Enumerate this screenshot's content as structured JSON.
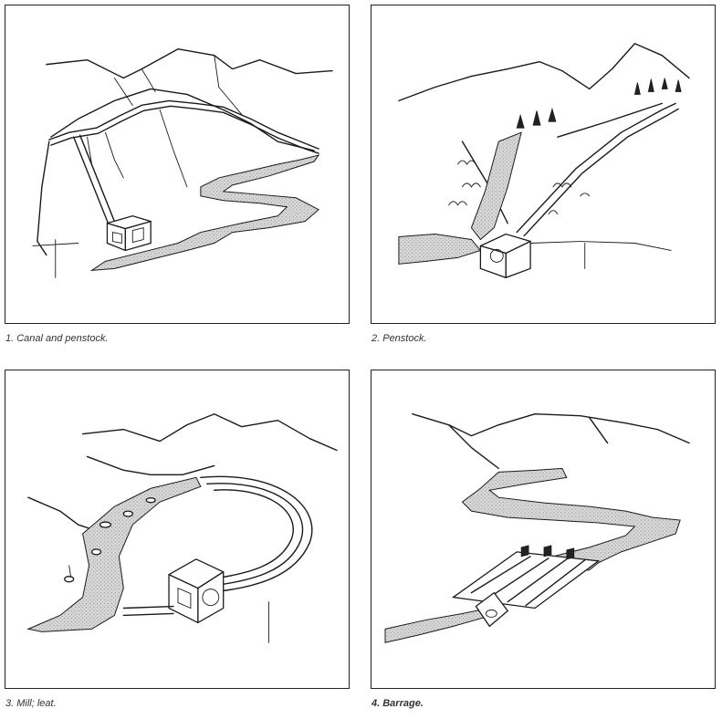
{
  "figures": [
    {
      "caption": "1. Canal and penstock."
    },
    {
      "caption": "2. Penstock."
    },
    {
      "caption": "3. Mill; leat."
    },
    {
      "caption": "4. Barrage."
    }
  ]
}
